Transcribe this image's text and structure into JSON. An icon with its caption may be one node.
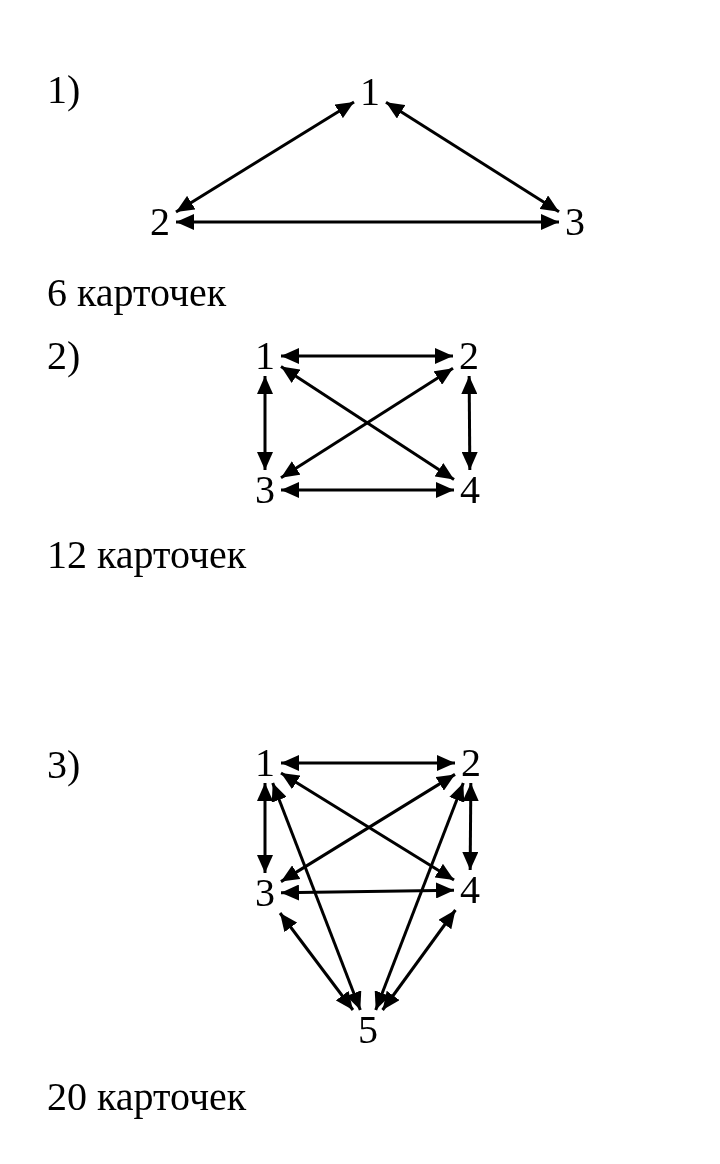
{
  "diagram": {
    "nodes": [
      {
        "text": [
          "1"
        ]
      },
      {
        "text": [
          "2"
        ]
      },
      {
        "text": [
          "3"
        ]
      },
      {
        "text": [
          "1"
        ]
      },
      {
        "text": [
          "2"
        ]
      },
      {
        "text": [
          "3"
        ]
      },
      {
        "text": [
          "4"
        ]
      },
      {
        "text": [
          "1"
        ]
      },
      {
        "text": [
          "2"
        ]
      },
      {
        "text": [
          "3"
        ]
      },
      {
        "text": [
          "4"
        ]
      },
      {
        "text": [
          "5"
        ]
      }
    ],
    "edges": [
      {
        "from": 0,
        "to": 1,
        "arrow": "both"
      },
      {
        "from": 0,
        "to": 2,
        "arrow": "both"
      },
      {
        "from": 1,
        "to": 2,
        "arrow": "both"
      },
      {
        "from": 3,
        "to": 4,
        "arrow": "both"
      },
      {
        "from": 3,
        "to": 5,
        "arrow": "both"
      },
      {
        "from": 3,
        "to": 6,
        "arrow": "both"
      },
      {
        "from": 4,
        "to": 5,
        "arrow": "both"
      },
      {
        "from": 4,
        "to": 6,
        "arrow": "both"
      },
      {
        "from": 5,
        "to": 6,
        "arrow": "both"
      },
      {
        "from": 7,
        "to": 8,
        "arrow": "both"
      },
      {
        "from": 7,
        "to": 9,
        "arrow": "both"
      },
      {
        "from": 7,
        "to": 10,
        "arrow": "both"
      },
      {
        "from": 7,
        "to": 11,
        "arrow": "both"
      },
      {
        "from": 8,
        "to": 9,
        "arrow": "both"
      },
      {
        "from": 8,
        "to": 10,
        "arrow": "both"
      },
      {
        "from": 8,
        "to": 11,
        "arrow": "both"
      },
      {
        "from": 9,
        "to": 10,
        "arrow": "both"
      },
      {
        "from": 9,
        "to": 11,
        "arrow": "both"
      },
      {
        "from": 10,
        "to": 11,
        "arrow": "both"
      }
    ],
    "labels": [
      "1)",
      "6 карточек",
      "2)",
      "12 карточек",
      "3)",
      "20 карточек"
    ]
  }
}
